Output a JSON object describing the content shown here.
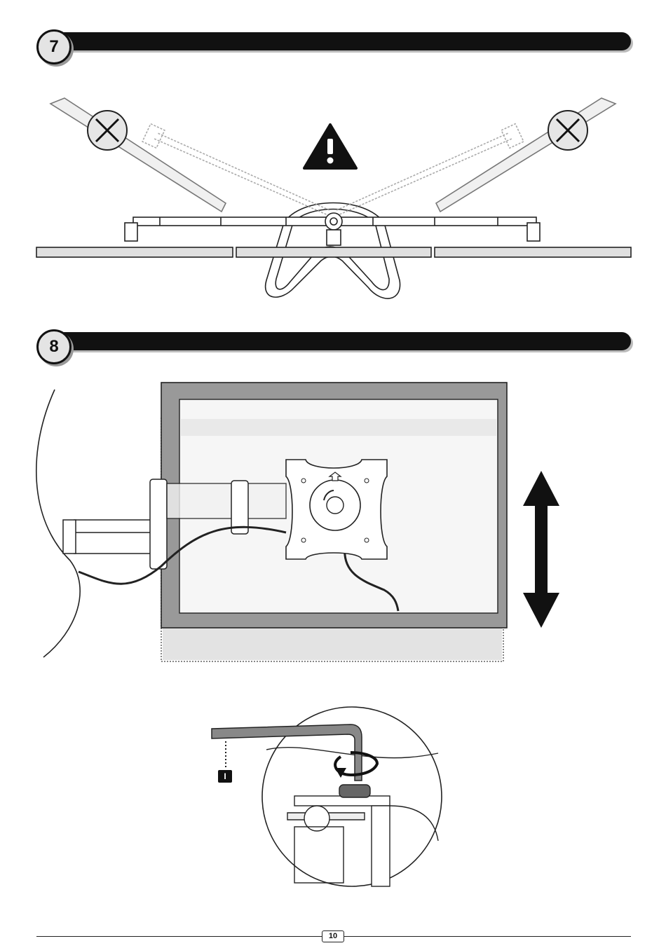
{
  "steps": [
    {
      "number": "7"
    },
    {
      "number": "8"
    }
  ],
  "icons": {
    "warning": "warning-icon",
    "prohibited": "cross-icon",
    "height_adjust": "double-arrow-icon",
    "rotate": "rotate-icon"
  },
  "tool_label": "I",
  "page_number": "10"
}
